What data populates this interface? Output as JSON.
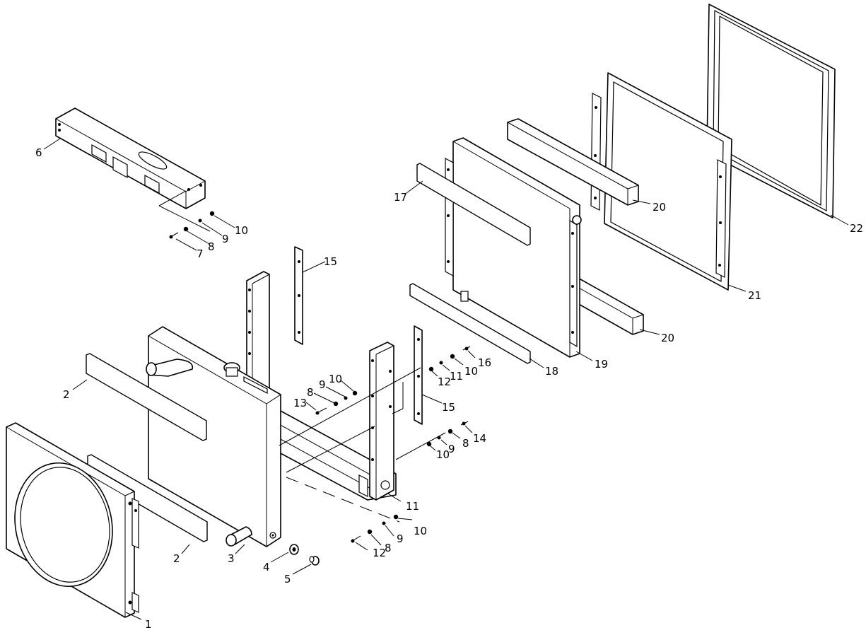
{
  "diagram": {
    "labels": [
      "1",
      "2",
      "2",
      "3",
      "4",
      "5",
      "6",
      "7",
      "8",
      "9",
      "10",
      "8",
      "9",
      "10",
      "13",
      "11",
      "12",
      "10",
      "11",
      "12",
      "15",
      "15",
      "16",
      "8",
      "9",
      "10",
      "14",
      "17",
      "18",
      "19",
      "20",
      "20",
      "21",
      "22"
    ]
  }
}
